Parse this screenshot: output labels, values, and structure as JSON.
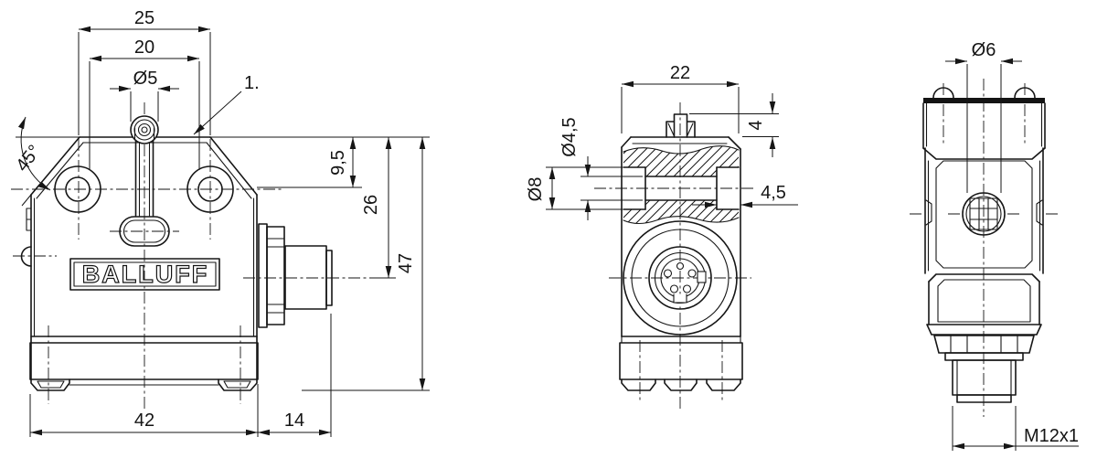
{
  "logo": {
    "text": "BALLUFF"
  },
  "front_view": {
    "dim_top_outer": "25",
    "dim_top_inner": "20",
    "dim_roller_dia": "Ø5",
    "callout": "1.",
    "chamfer_angle": "45°",
    "dim_hole_offset": "9,5",
    "dim_connector_offset": "26",
    "dim_height": "47",
    "dim_width": "42",
    "dim_connector_len": "14"
  },
  "section_view": {
    "dim_width": "22",
    "dim_plunger_height": "4",
    "dim_hole_dia": "Ø4,5",
    "dim_counterbore_dia": "Ø8",
    "dim_counterbore_depth": "4,5"
  },
  "side_view": {
    "dim_roller_width": "Ø6",
    "thread_label": "M12x1"
  }
}
